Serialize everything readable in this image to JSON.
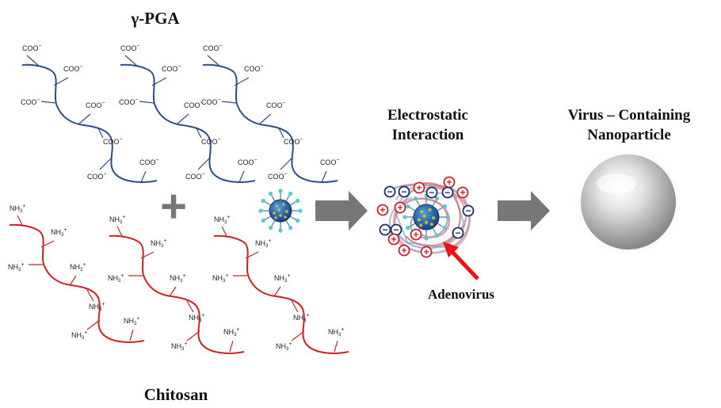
{
  "labels": {
    "pga": "γ-PGA",
    "chitosan": "Chitosan",
    "interaction_line1": "Electrostatic",
    "interaction_line2": "Interaction",
    "product_line1": "Virus – Containing",
    "product_line2": "Nanoparticle",
    "adenovirus": "Adenovirus"
  },
  "groups": {
    "carboxylate": "COO",
    "carboxylate_charge": "−",
    "ammonium": "NH",
    "ammonium_sub": "3",
    "ammonium_charge": "+"
  },
  "symbols": {
    "plus": "+",
    "negative": "−",
    "positive": "+"
  },
  "colors": {
    "pga_chain": "#2c4f86",
    "chitosan_chain": "#cc2222",
    "arrow_gray": "#777777",
    "neg_charge": "#1a2a6c",
    "pos_charge": "#cc1f2a",
    "pointer_red": "#ee1111",
    "virus_core": "#1f4f9c",
    "virus_spots": "#e8c21a",
    "virus_spikes": "#57c9cf"
  }
}
